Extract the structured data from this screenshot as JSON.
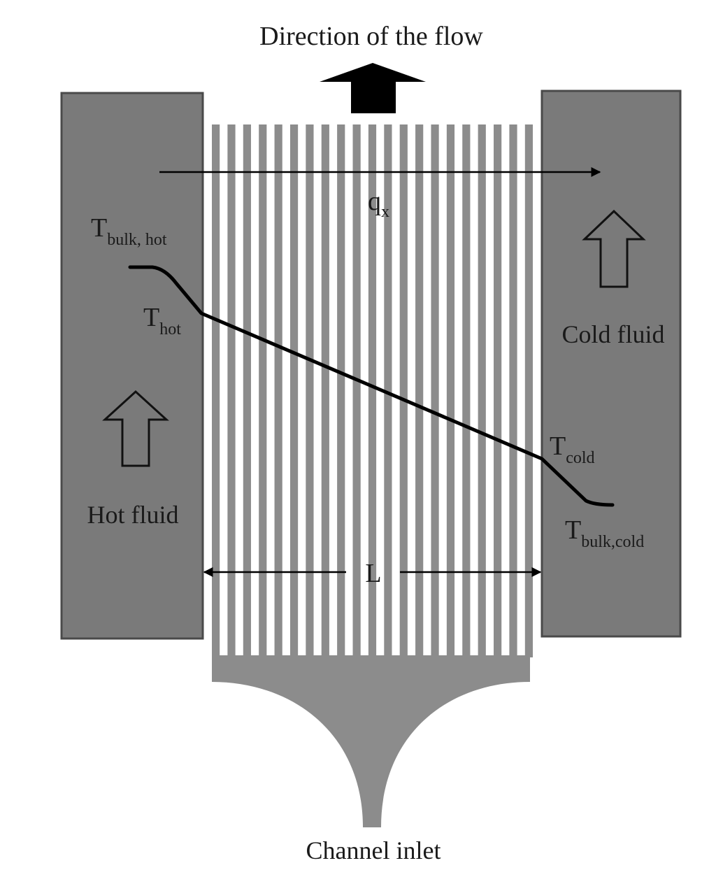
{
  "labels": {
    "flow_direction": "Direction of the flow",
    "heat_flux": "q",
    "heat_flux_sub": "x",
    "t_bulk_hot": "T",
    "t_bulk_hot_sub": "bulk, hot",
    "t_hot": "T",
    "t_hot_sub": "hot",
    "cold_fluid": "Cold fluid",
    "t_cold": "T",
    "t_cold_sub": "cold",
    "hot_fluid": "Hot fluid",
    "t_bulk_cold": "T",
    "t_bulk_cold_sub": "bulk,cold",
    "length": "L",
    "channel_inlet": "Channel inlet"
  },
  "channels": {
    "count": 20
  },
  "colors": {
    "wall": "#7a7a7a",
    "wall_edge": "#4a4a4a",
    "channel": "#8c8c8c",
    "line": "#000000",
    "background": "#ffffff"
  }
}
